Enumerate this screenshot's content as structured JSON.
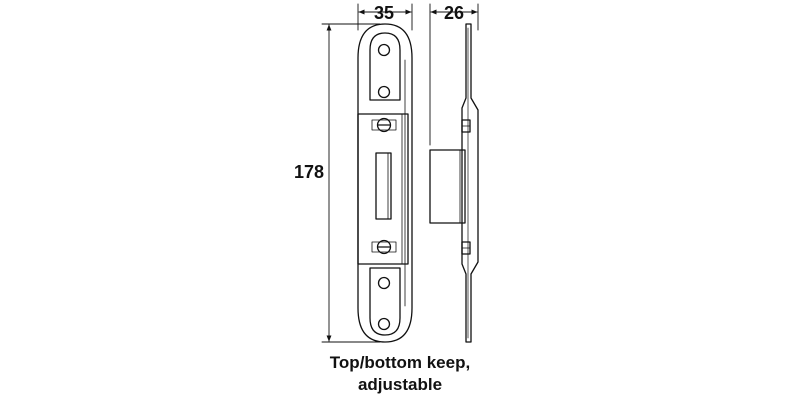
{
  "dimensions": {
    "width": "35",
    "depth": "26",
    "height": "178"
  },
  "caption": {
    "line1": "Top/bottom keep,",
    "line2": "adjustable"
  }
}
